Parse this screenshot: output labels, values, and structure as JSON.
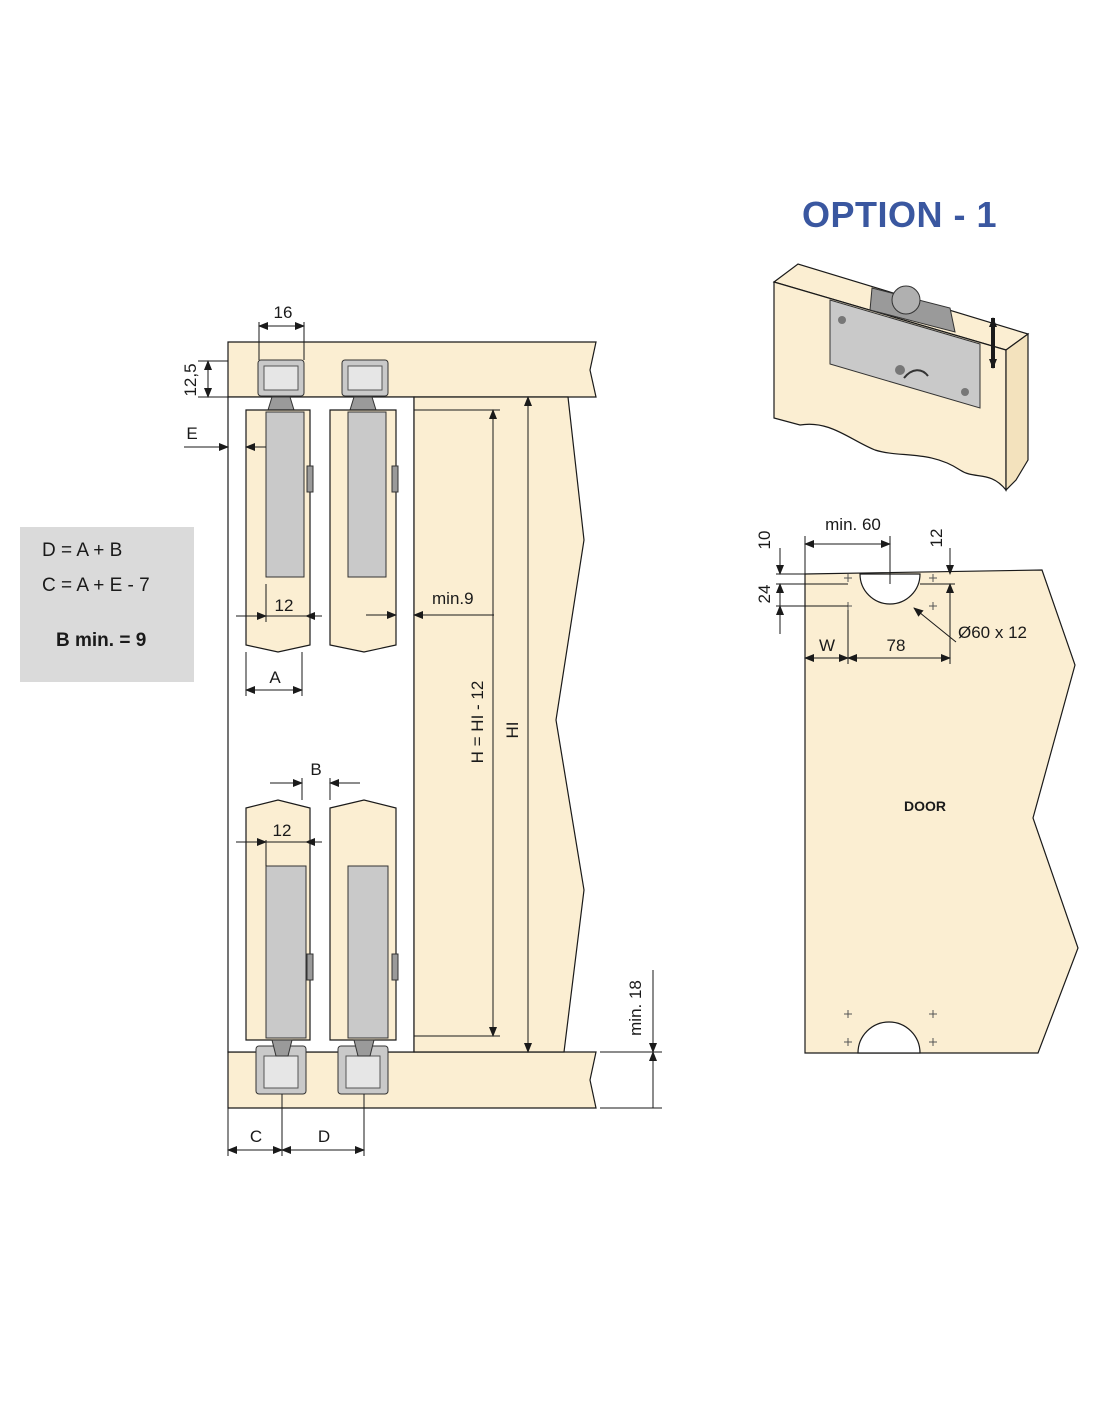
{
  "option_title": "OPTION - 1",
  "formulas": {
    "line1": "D = A + B",
    "line2": "C = A + E - 7",
    "line3": "B min. = 9"
  },
  "section_labels": {
    "top_width": "16",
    "top_height": "12,5",
    "E": "E",
    "A": "A",
    "B": "B",
    "C": "C",
    "D": "D",
    "offset_top": "12",
    "offset_bottom": "12",
    "min_gap": "min.9",
    "H": "H = HI - 12",
    "HI": "HI",
    "min_bottom": "min. 18"
  },
  "door_labels": {
    "door": "DOOR",
    "min60": "min. 60",
    "d10": "10",
    "d12": "12",
    "d24": "24",
    "W": "W",
    "d78": "78",
    "hole": "Ø60 x 12"
  },
  "colors": {
    "wood": "#fbeed2",
    "title": "#3a57a0",
    "formula_bg": "#dadada"
  }
}
